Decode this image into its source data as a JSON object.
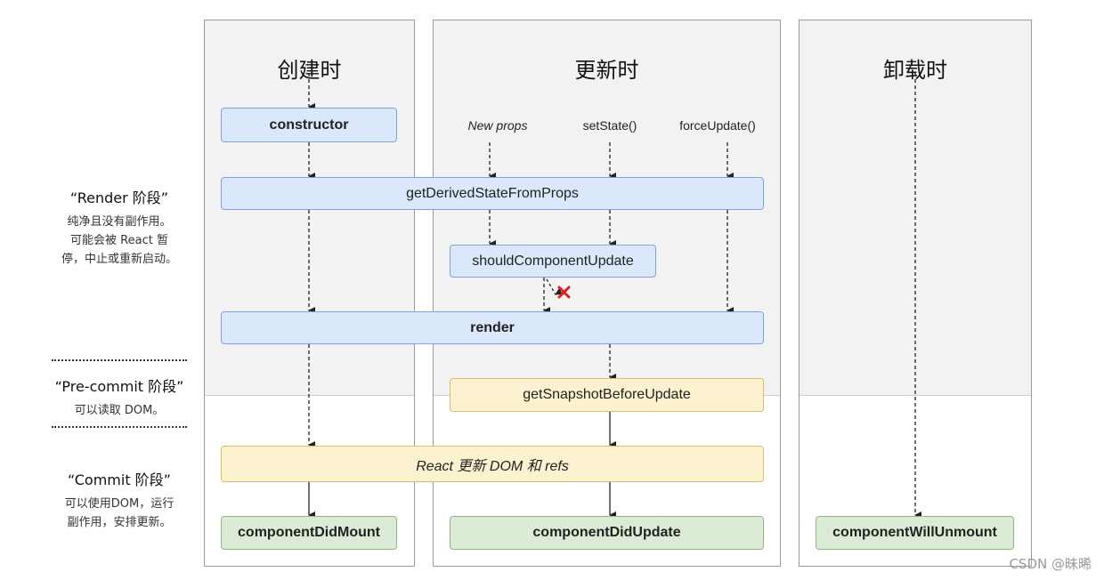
{
  "columns": {
    "mount": {
      "title": "创建时"
    },
    "update": {
      "title": "更新时"
    },
    "unmount": {
      "title": "卸载时"
    }
  },
  "phases": {
    "render": {
      "title": "“Render 阶段”",
      "desc": [
        "纯净且没有副作用。",
        "可能会被 React 暂",
        "停，中止或重新启动。"
      ]
    },
    "precommit": {
      "title": "“Pre-commit 阶段”",
      "desc": [
        "可以读取 DOM。"
      ]
    },
    "commit": {
      "title": "“Commit 阶段”",
      "desc": [
        "可以使用DOM，运行",
        "副作用，安排更新。"
      ]
    }
  },
  "triggers": {
    "new_props": "New props",
    "set_state": "setState()",
    "force_update": "forceUpdate()"
  },
  "boxes": {
    "constructor": "constructor",
    "get_derived_state": "getDerivedStateFromProps",
    "should_update": "shouldComponentUpdate",
    "render": "render",
    "get_snapshot": "getSnapshotBeforeUpdate",
    "react_update": "React 更新 DOM 和 refs",
    "did_mount": "componentDidMount",
    "did_update": "componentDidUpdate",
    "will_unmount": "componentWillUnmount"
  },
  "colors": {
    "blue_fill": "#dbe8fb",
    "yellow_fill": "#fcf2cf",
    "green_fill": "#dcebd6",
    "cross": "#e02020"
  },
  "watermark": "CSDN @昧晞"
}
